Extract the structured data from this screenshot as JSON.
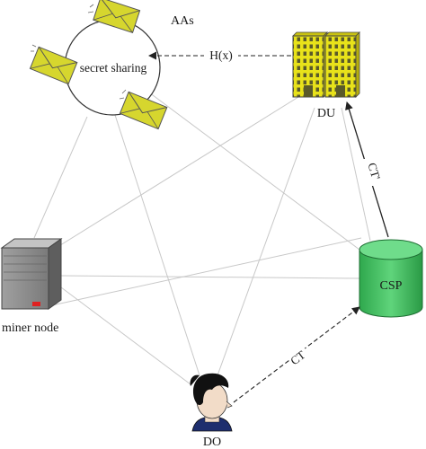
{
  "labels": {
    "aas": "AAs",
    "secret_sharing": "secret sharing",
    "du": "DU",
    "csp": "CSP",
    "miner_node": "miner node",
    "do": "DO"
  },
  "edges": {
    "hx": "H(x)",
    "ct_to_du": "CT'",
    "ct_from_do": "CT"
  },
  "colors": {
    "envelope": "#d6d62e",
    "building": "#e8e21a",
    "cylinder": "#3fbf5f",
    "server": "#8c8c8c",
    "server_led": "#e02020",
    "network_line": "#c8c8c8",
    "arrow": "#222222"
  },
  "icons": {
    "aas": "envelope-icon",
    "du": "building-icon",
    "csp": "database-cylinder-icon",
    "miner": "server-icon",
    "do": "person-icon"
  }
}
